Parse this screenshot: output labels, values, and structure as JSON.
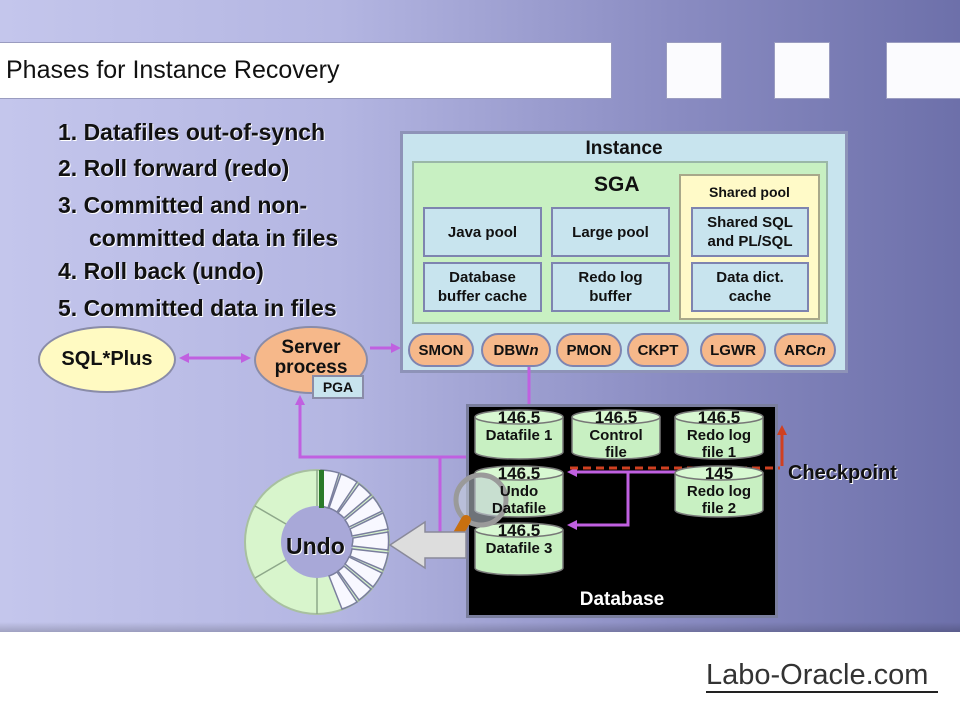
{
  "title": "Phases for Instance Recovery",
  "phases": [
    {
      "line1": "1. Datafiles out-of-synch"
    },
    {
      "line1": "2. Roll forward (redo)"
    },
    {
      "line1": "3. Committed and non-",
      "line2": "committed data in files"
    },
    {
      "line1": "4. Roll back (undo)"
    },
    {
      "line1": "5. Committed data in files"
    }
  ],
  "instance": {
    "label": "Instance",
    "sga": {
      "label": "SGA",
      "java_pool": "Java pool",
      "large_pool": "Large pool",
      "db_buffer_cache": {
        "line1": "Database",
        "line2": "buffer cache"
      },
      "redo_log_buffer": {
        "line1": "Redo log",
        "line2": "buffer"
      },
      "shared_pool": {
        "label": "Shared pool",
        "shared_sql": {
          "line1": "Shared SQL",
          "line2": "and PL/SQL"
        },
        "data_dict": {
          "line1": "Data dict.",
          "line2": "cache"
        }
      }
    },
    "processes": [
      {
        "name": "SMON",
        "suffix": ""
      },
      {
        "name": "DBW",
        "suffix": "n"
      },
      {
        "name": "PMON",
        "suffix": ""
      },
      {
        "name": "CKPT",
        "suffix": ""
      },
      {
        "name": "LGWR",
        "suffix": ""
      },
      {
        "name": "ARC",
        "suffix": "n"
      }
    ]
  },
  "client": {
    "sqlplus": "SQL*Plus",
    "server_process": {
      "line1": "Server",
      "line2": "process"
    },
    "pga": "PGA"
  },
  "database": {
    "label": "Database",
    "files": {
      "datafile1": {
        "scn": "146.5",
        "line1": "Datafile 1",
        "line2": ""
      },
      "control": {
        "scn": "146.5",
        "line1": "Control",
        "line2": "file"
      },
      "redo1": {
        "scn": "146.5",
        "line1": "Redo log",
        "line2": "file 1"
      },
      "undo": {
        "scn": "146.5",
        "line1": "Undo",
        "line2": "Datafile"
      },
      "redo2": {
        "scn": "145",
        "line1": "Redo log",
        "line2": "file 2"
      },
      "datafile3": {
        "scn": "146.5",
        "line1": "Datafile 3",
        "line2": ""
      }
    }
  },
  "checkpoint": "Checkpoint",
  "undo_label": "Undo",
  "logo": "Labo-Oracle.com",
  "colors": {
    "arrow": "#c060e0",
    "checkpoint_line": "#d04020",
    "cylinder": "#c8f0c2",
    "process": "#f6b88a",
    "pool": "#c8e4ee"
  }
}
